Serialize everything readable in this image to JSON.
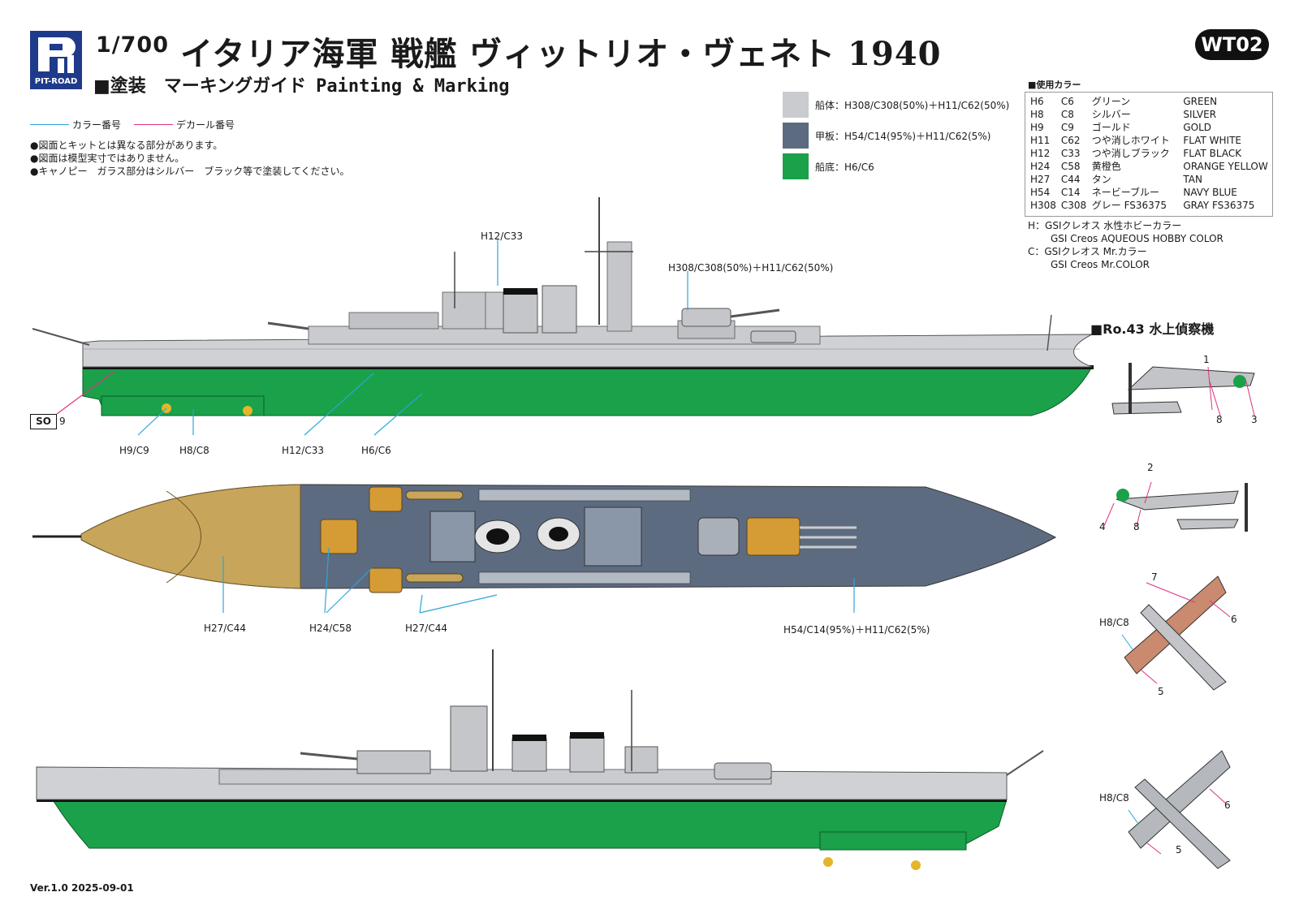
{
  "header": {
    "brand_text": "PIT-ROAD",
    "scale": "1/700",
    "title": "イタリア海軍 戦艦 ヴィットリオ・ヴェネト 1940",
    "subtitle_jp": "■塗装　マーキングガイド",
    "subtitle_en": "Painting & Marking",
    "code": "WT02"
  },
  "legend": {
    "color_number": "カラー番号",
    "decal_number": "デカール番号",
    "color_line": "#2aa7d8",
    "decal_line": "#e0307f"
  },
  "notes": [
    "●図面とキットとは異なる部分があります。",
    "●図面は模型実寸ではありません。",
    "●キャノピー　ガラス部分はシルバー　ブラック等で塗装してください。"
  ],
  "swatches": [
    {
      "label": "船体：H308/C308(50%)＋H11/C62(50%)",
      "color": "#c9cbce"
    },
    {
      "label": "甲板：H54/C14(95%)＋H11/C62(5%)",
      "color": "#5d6b80"
    },
    {
      "label": "船底：H6/C6",
      "color": "#1aa14a"
    }
  ],
  "colors_heading": "■使用カラー",
  "colors": [
    {
      "h": "H6",
      "c": "C6",
      "jp": "グリーン",
      "en": "GREEN"
    },
    {
      "h": "H8",
      "c": "C8",
      "jp": "シルバー",
      "en": "SILVER"
    },
    {
      "h": "H9",
      "c": "C9",
      "jp": "ゴールド",
      "en": "GOLD"
    },
    {
      "h": "H11",
      "c": "C62",
      "jp": "つや消しホワイト",
      "en": "FLAT WHITE"
    },
    {
      "h": "H12",
      "c": "C33",
      "jp": "つや消しブラック",
      "en": "FLAT BLACK"
    },
    {
      "h": "H24",
      "c": "C58",
      "jp": "黄橙色",
      "en": "ORANGE YELLOW"
    },
    {
      "h": "H27",
      "c": "C44",
      "jp": "タン",
      "en": "TAN"
    },
    {
      "h": "H54",
      "c": "C14",
      "jp": "ネービーブルー",
      "en": "NAVY BLUE"
    },
    {
      "h": "H308",
      "c": "C308",
      "jp": "グレー FS36375",
      "en": "GRAY FS36375"
    }
  ],
  "gsi": {
    "h_jp": "H：GSIクレオス 水性ホビーカラー",
    "h_en": "GSI Creos AQUEOUS HOBBY COLOR",
    "c_jp": "C：GSIクレオス Mr.カラー",
    "c_en": "GSI Creos Mr.COLOR"
  },
  "callouts": {
    "side_top_funnel": "H12/C33",
    "side_top_hull": "H308/C308(50%)＋H11/C62(50%)",
    "prop": "H9/C9",
    "shaft": "H8/C8",
    "boot": "H12/C33",
    "bottom": "H6/C6",
    "decal_9": "9",
    "so_mark": "SO",
    "deck_tan_bow": "H27/C44",
    "deck_orange": "H24/C58",
    "deck_tan_mid": "H27/C44",
    "deck_main": "H54/C14(95%)＋H11/C62(5%)"
  },
  "aircraft": {
    "title": "■Ro.43 水上偵察機",
    "marks": [
      "1",
      "8",
      "3",
      "2",
      "4",
      "8",
      "7",
      "6",
      "5",
      "6",
      "5"
    ],
    "silver_top": "H8/C8",
    "silver_bottom": "H8/C8"
  },
  "version": "Ver.1.0 2025-09-01"
}
